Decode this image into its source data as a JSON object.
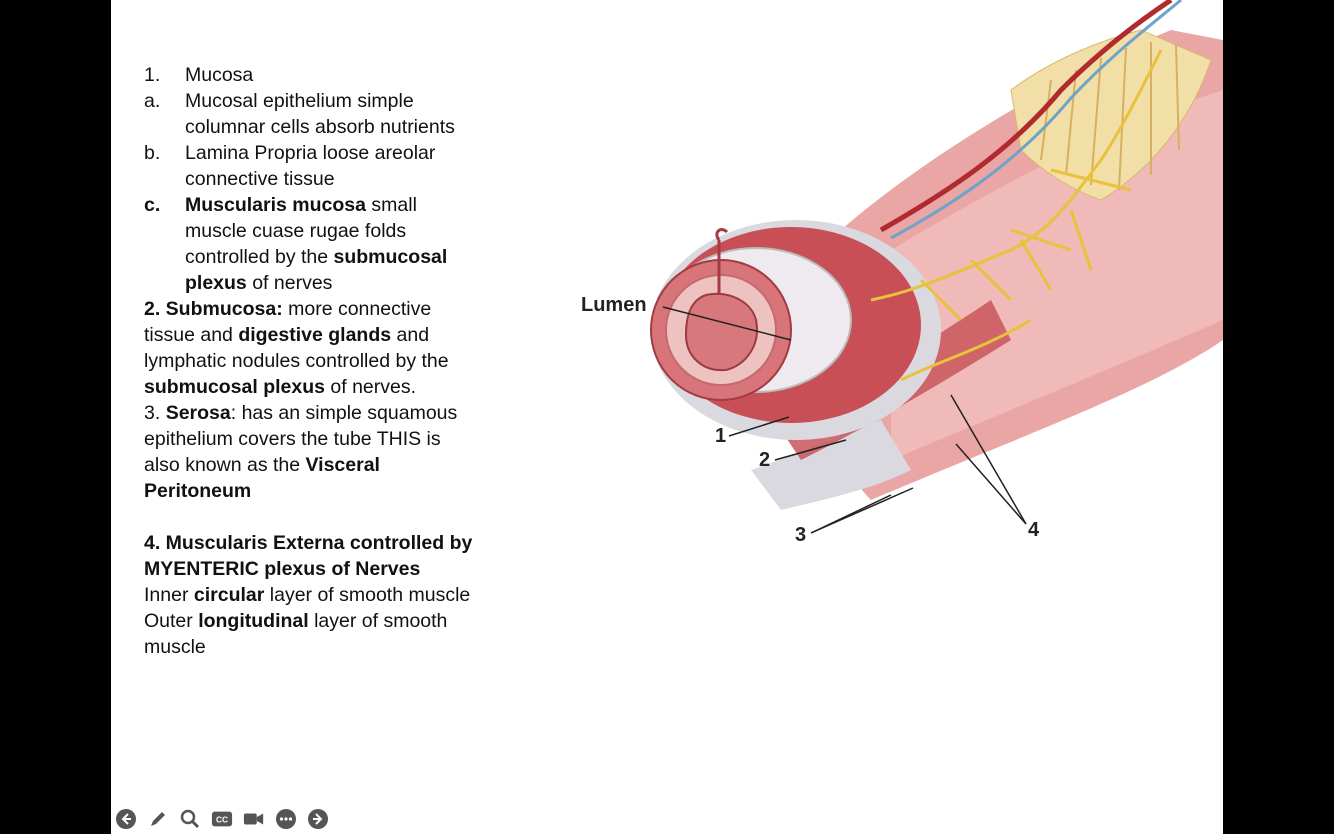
{
  "notes": {
    "i1_num": "1.",
    "i1_text": "Mucosa",
    "ia_num": "a.",
    "ia_text": "Mucosal epithelium simple columnar cells absorb nutrients",
    "ib_num": "b.",
    "ib_text": "Lamina Propria loose areolar connective tissue",
    "ic_num": "c.",
    "ic_b1": "Muscularis mucosa",
    "ic_t1": " small muscle cuase rugae folds controlled by the ",
    "ic_b2": "submucosal plexus",
    "ic_t2": " of nerves",
    "p2_b1": "2. Submucosa:",
    "p2_t1": " more connective tissue and ",
    "p2_b2": "digestive glands",
    "p2_t2": " and lymphatic nodules controlled by the ",
    "p2_b3": "submucosal plexus",
    "p2_t3": " of nerves.",
    "p3_t1": "3. ",
    "p3_b1": "Serosa",
    "p3_t2": ": has an simple squamous epithelium covers the tube THIS is also known as the ",
    "p3_b2": "Visceral Peritoneum",
    "p4_b1": "4. Muscularis Externa controlled by MYENTERIC plexus of Nerves",
    "p4_t1": "Inner ",
    "p4_b2": "circular",
    "p4_t2": " layer of smooth muscle",
    "p4_t3": "Outer ",
    "p4_b3": "longitudinal",
    "p4_t4": " layer of smooth muscle"
  },
  "figure": {
    "lumen": "Lumen",
    "l1": "1",
    "l2": "2",
    "l3": "3",
    "l4": "4"
  },
  "controls": {
    "icons": [
      "back-icon",
      "pen-icon",
      "magnifier-icon",
      "closed-captions-icon",
      "video-camera-icon",
      "more-options-icon",
      "forward-icon"
    ],
    "cc_label": "CC"
  },
  "colors": {
    "frame": "#000000",
    "slide": "#ffffff",
    "muscle": "#c9555a",
    "nerve": "#e8c23a",
    "fat": "#f2dfa8",
    "serosa": "#d9d9df"
  }
}
